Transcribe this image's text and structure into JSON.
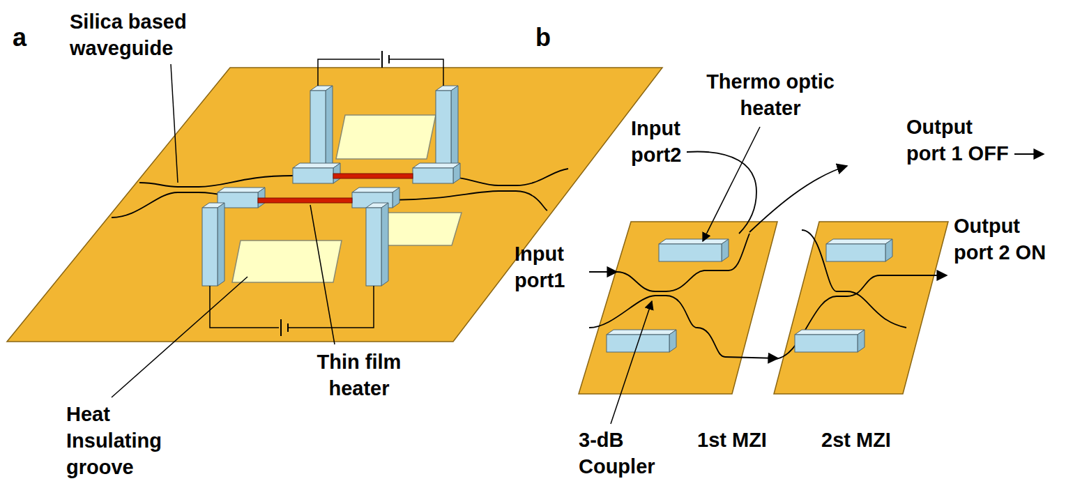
{
  "diagram": {
    "labels": [
      "a",
      "Silica based waveguide",
      "Heat Insulating groove",
      "Thin film heater",
      "b",
      "Thermo optic heater",
      "Input port2",
      "Output port 1 OFF",
      "Input port1",
      "Output port 2 ON",
      "3-dB Coupler",
      "1st MZI",
      "2st MZI"
    ]
  }
}
